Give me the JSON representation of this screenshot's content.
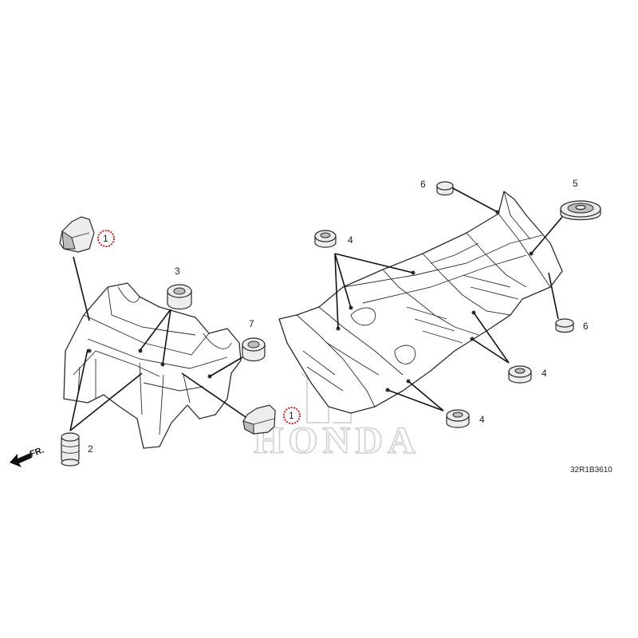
{
  "diagram": {
    "callouts": {
      "c1_top": "1",
      "c1_bottom": "1",
      "c2": "2",
      "c3": "3",
      "c4_top": "4",
      "c4_right": "4",
      "c4_bottom": "4",
      "c5": "5",
      "c6_top": "6",
      "c6_right": "6",
      "c7": "7"
    },
    "highlight_color": "#cc1f1f",
    "front_arrow_label": "FR.",
    "watermark_text": "HONDA",
    "diagram_code": "32R1B3610"
  }
}
